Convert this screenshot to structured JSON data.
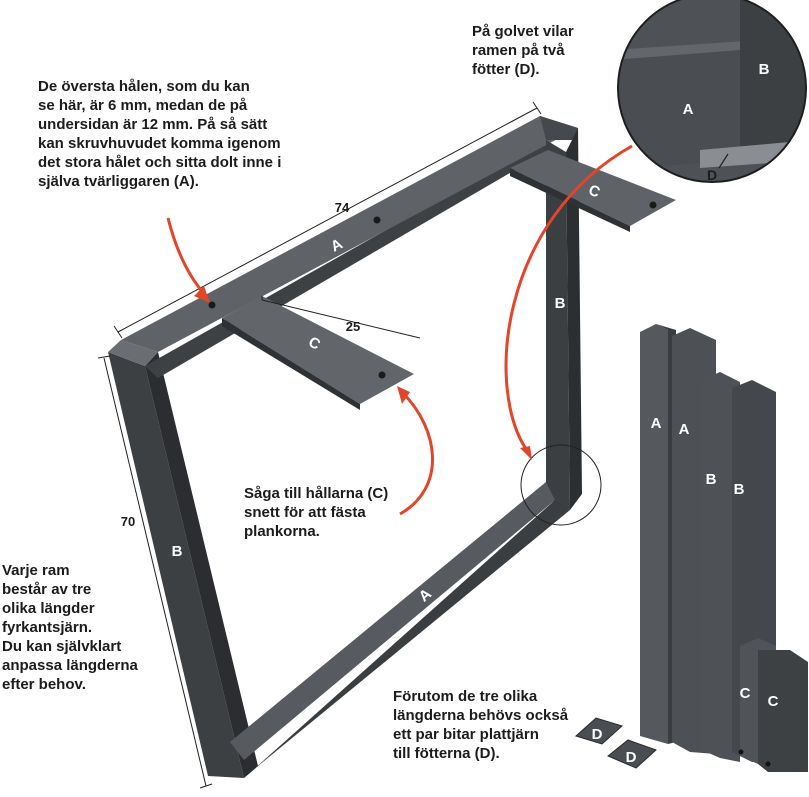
{
  "notes": {
    "holes": "De översta hålen, som du kan\nse här, är 6 mm, medan de på\nundersidan är 12 mm. På så sätt\nkan skruvhuvudet komma igenom\ndet stora hålet och sitta dolt inne i\nsjälva tvärliggaren (A).",
    "floor": "På golvet vilar\nramen på två\nfötter (D).",
    "saw": "Såga till hållarna (C)\nsnett för att fästa\nplankorna.",
    "frame": "Varje ram\nbestår av tre\nolika längder\nfyrkantsjärn.\nDu kan självklart\nanpassa längderna\nefter behov.",
    "feet": "Förutom de tre olika\nlängderna behövs också\nett par bitar plattjärn\ntill fötterna (D)."
  },
  "dimensions": {
    "top": "74",
    "side": "70",
    "bracket": "25"
  },
  "labels": {
    "top_beam": "A",
    "bottom_beam": "A",
    "left_leg": "B",
    "right_leg": "B",
    "bracket_left": "C",
    "bracket_right": "C",
    "zoom_a": "A",
    "zoom_b": "B",
    "zoom_d": "D",
    "parts_a1": "A",
    "parts_a2": "A",
    "parts_b1": "B",
    "parts_b2": "B",
    "parts_c1": "C",
    "parts_c2": "C",
    "foot_1": "D",
    "foot_2": "D"
  },
  "colors": {
    "steel_dark": "#3a3d40",
    "steel_mid": "#55595d",
    "steel_light": "#6e7276",
    "arrow": "#e2452a"
  }
}
